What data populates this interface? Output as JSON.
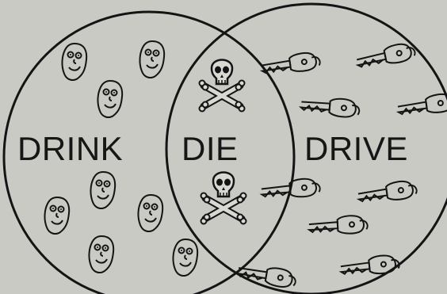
{
  "diagram": {
    "type": "venn",
    "sets": [
      {
        "label": "DRINK",
        "icon": "drunk-face-icon"
      },
      {
        "label": "DRIVE",
        "icon": "car-key-icon"
      }
    ],
    "intersection": {
      "label": "DIE",
      "icon": "skull-crossbones-icon"
    }
  },
  "colors": {
    "background": "#c9cac4",
    "ink": "#141414"
  }
}
